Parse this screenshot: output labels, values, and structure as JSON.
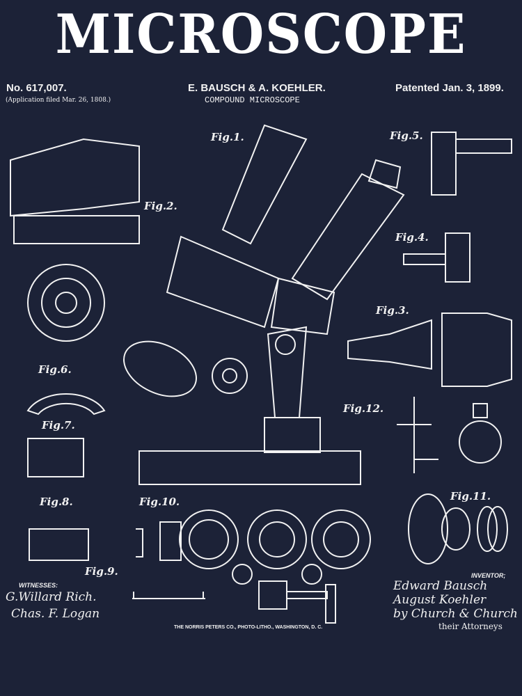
{
  "title": "MICROSCOPE",
  "header": {
    "patent_number": "No. 617,007.",
    "application": "(Application filed Mar. 26, 1808.)",
    "inventors": "E. BAUSCH & A. KOEHLER.",
    "subtitle": "COMPOUND MICROSCOPE",
    "patented": "Patented Jan. 3, 1899."
  },
  "figures": [
    "Fig.1.",
    "Fig.2.",
    "Fig.3.",
    "Fig.4.",
    "Fig.5.",
    "Fig.6.",
    "Fig.7.",
    "Fig.8.",
    "Fig.9.",
    "Fig.10.",
    "Fig.11.",
    "Fig.12."
  ],
  "footer": {
    "witnesses_label": "WITNESSES:",
    "witness_1": "G.Willard Rich.",
    "witness_2": "Chas. F. Logan",
    "inventor_label": "INVENTOR;",
    "inventor_1": "Edward Bausch",
    "inventor_2": "August Koehler",
    "attorney": "by Church & Church",
    "attorneys_label": "their Attorneys",
    "printer": "THE NORRIS PETERS CO., PHOTO-LITHO., WASHINGTON, D. C."
  },
  "colors": {
    "background": "#1c2237",
    "ink": "#f2f2f2"
  }
}
